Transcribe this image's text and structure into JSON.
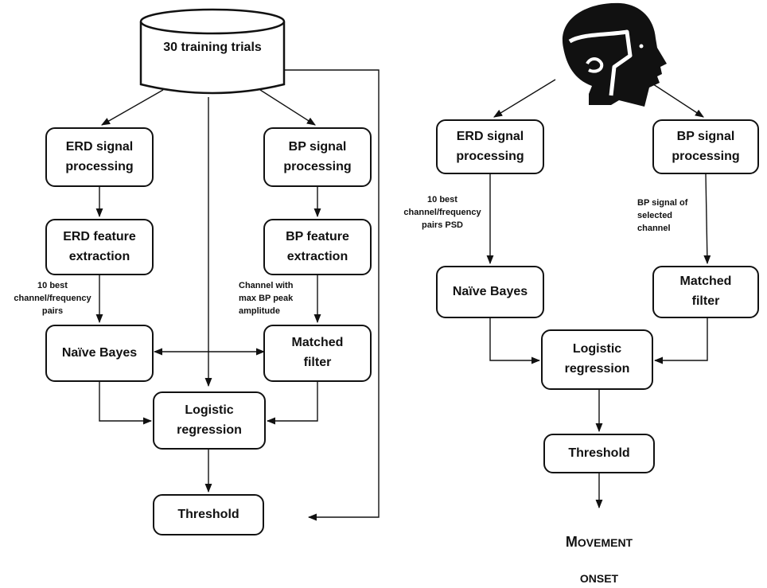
{
  "left_flow": {
    "database": "30 training trials",
    "erd_processing": "ERD signal\nprocessing",
    "bp_processing": "BP signal\nprocessing",
    "erd_feature": "ERD feature\nextraction",
    "bp_feature": "BP feature\nextraction",
    "erd_note": "10  best\nchannel/frequency\npairs",
    "bp_note": "Channel with\nmax BP peak\namplitude",
    "naive_bayes": "Naïve Bayes",
    "matched_filter": "Matched\nfilter",
    "logistic": "Logistic\nregression",
    "threshold": "Threshold"
  },
  "right_flow": {
    "erd_processing": "ERD signal\nprocessing",
    "bp_processing": "BP signal\nprocessing",
    "erd_note": "10  best\nchannel/frequency\npairs PSD",
    "bp_note": "BP signal of\nselected\nchannel",
    "naive_bayes": "Naïve Bayes",
    "matched_filter": "Matched\nfilter",
    "logistic": "Logistic\nregression",
    "threshold": "Threshold",
    "onset_line1_cap": "M",
    "onset_line1_rest": "OVEMENT",
    "onset_line2": "ONSET"
  },
  "icons": {
    "head": "head-with-helmet-icon"
  }
}
